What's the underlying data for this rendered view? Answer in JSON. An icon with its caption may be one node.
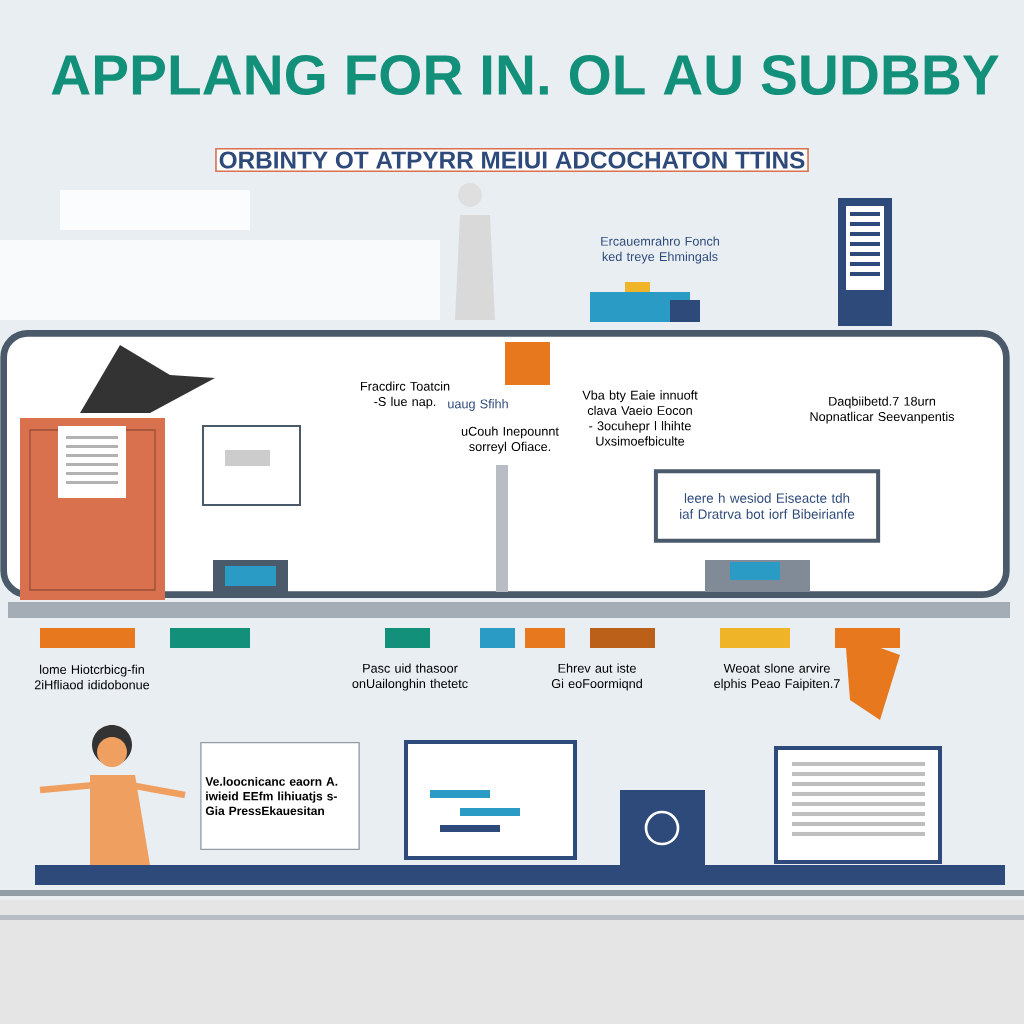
{
  "diagram": {
    "title": "APPLANG FOR IN. OL AU SUDBBY",
    "nodes": [
      {
        "text": [
          "ORBINTY OT ATPYRR MEIUI ADCOCHATON TTINS"
        ]
      },
      {
        "text": [],
        "shape": "box"
      },
      {
        "text": [
          "leere h wesiod Eiseacte tdh iaf Dratrva bot iorf Bibeirianfe"
        ],
        "in": 1
      },
      {
        "text": [
          "Ve.loocnicanc eaorn A. iwieid EEfm lihiuatjs s- Gia PressEkauesitan"
        ]
      }
    ],
    "labels": [
      "Ercauemrahro Fonch ked treye Ehmingals",
      "Fracdirc Toatcin -S lue nap.",
      "uaug Sfihh",
      "uCouh Inepounnt sorreyl Ofiace.",
      "Vba bty Eaie innuoft clava Vaeio Eocon - 3ocuhepr l lhihte Uxsimoefbiculte",
      "Daqbiibetd.7 18urn Nopnatlicar Seevanpentis",
      "lome Hiotcrbicg-fin 2iHfliaod ididobonue",
      "Pasc uid thasoor onUailonghin thetetc",
      "Ehrev aut iste Gi eoFoormiqnd",
      "Weoat slone arvire elphis Peao Faipiten.7"
    ]
  }
}
